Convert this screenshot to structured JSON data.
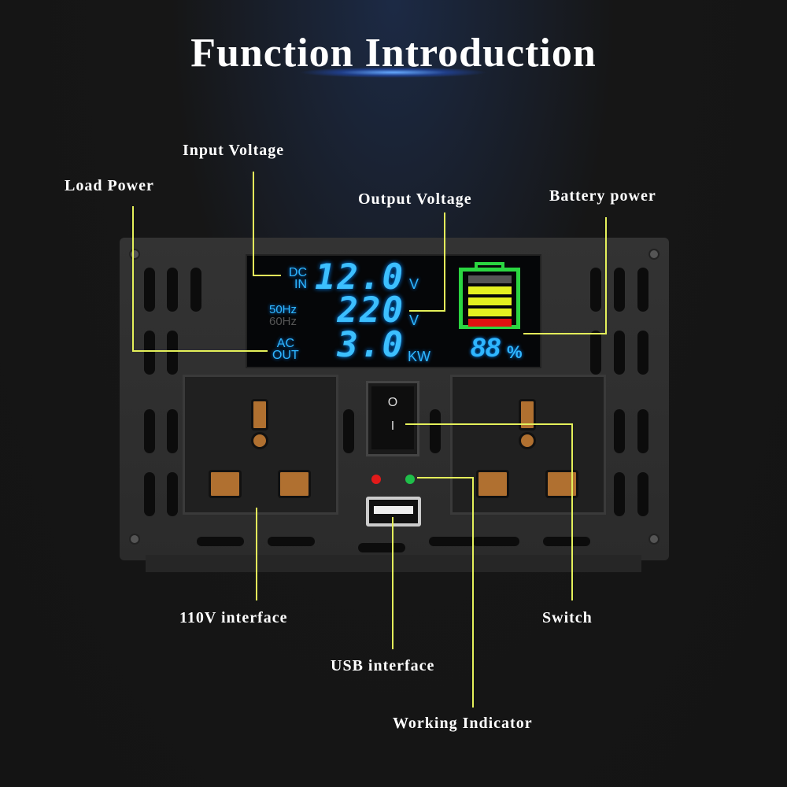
{
  "title": "Function Introduction",
  "labels": {
    "input_voltage": "Input Voltage",
    "load_power": "Load Power",
    "output_voltage": "Output Voltage",
    "battery_power": "Battery power",
    "v110_interface": "110V interface",
    "usb_interface": "USB interface",
    "working_indicator": "Working Indicator",
    "switch": "Switch"
  },
  "lcd": {
    "dc": "DC",
    "in": "IN",
    "input_value": "12.0",
    "input_unit": "V",
    "hz50": "50Hz",
    "hz60": "60Hz",
    "output_value": "220",
    "output_unit": "V",
    "ac": "AC",
    "out": "OUT",
    "power_value": "3.0",
    "power_unit": "KW",
    "battery_value": "88",
    "battery_unit": "%"
  },
  "switch_marks": {
    "off": "O",
    "on": "I"
  },
  "colors": {
    "lcd_blue": "#2fb6ff",
    "leader_line": "#e4f05a",
    "battery_frame": "#2bd641"
  }
}
